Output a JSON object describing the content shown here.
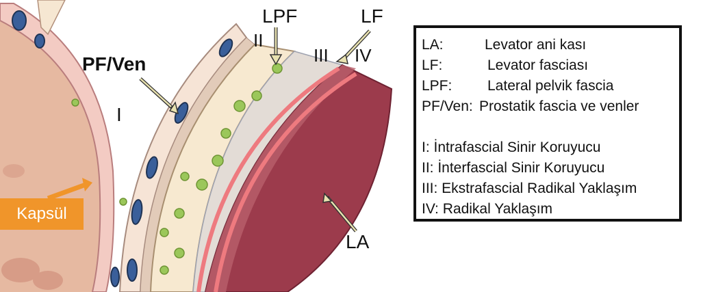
{
  "labels": {
    "lpf": "LPF",
    "lf": "LF",
    "ii": "II",
    "iii": "III",
    "iv": "IV",
    "i": "I",
    "pf_ven": "PF/Ven",
    "la": "LA",
    "kapsul": "Kapsül"
  },
  "legend": {
    "abbreviations": [
      {
        "abbr": "LA:",
        "def": "Levator ani kası"
      },
      {
        "abbr": "LF:",
        "def": "Levator fasciası"
      },
      {
        "abbr": "LPF:",
        "def": "Lateral pelvik fascia"
      },
      {
        "abbr": "PF/Ven:",
        "def": "Prostatik fascia ve venler"
      }
    ],
    "approaches": [
      "I: İntrafascial Sinir Koruyucu",
      "II: İnterfascial Sinir Koruyucu",
      "III: Ekstrafascial Radikal Yaklaşım",
      "IV: Radikal Yaklaşım"
    ]
  },
  "colors": {
    "prostate": "#e9bfa6",
    "capsule": "#f2c6c0",
    "fascia": "#f6e7d2",
    "vein": "#3a5f9a",
    "nerve": "#9bc75a",
    "levator_fascia": "#ee7a7f",
    "levator_ani": "#9c3b4c",
    "badge": "#f0952a"
  }
}
